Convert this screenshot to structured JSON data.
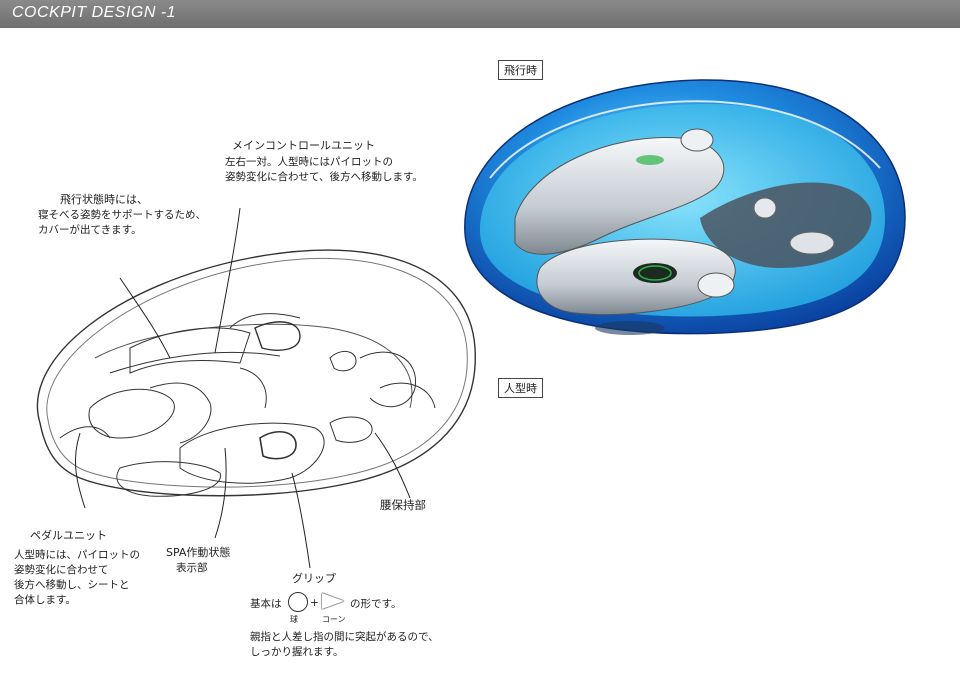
{
  "page": {
    "title": "COCKPIT DESIGN -1"
  },
  "views": {
    "flight_label": "飛行時",
    "humanoid_label": "人型時"
  },
  "notes": {
    "flight_mode": {
      "heading": "飛行状態時には、",
      "body": "寝そべる姿勢をサポートするため、\nカバーが出てきます。"
    },
    "main_control": {
      "heading": "メインコントロールユニット",
      "body": "左右一対。人型時にはパイロットの\n姿勢変化に合わせて、後方へ移動します。"
    },
    "pedal_unit": {
      "heading": "ペダルユニット",
      "body": "人型時には、パイロットの\n姿勢変化に合わせて\n後方へ移動し、シートと\n合体します。"
    },
    "spa_display": {
      "heading": "SPA作動状態",
      "body": "表示部"
    },
    "grip": {
      "heading": "グリップ",
      "base_prefix": "基本は",
      "sphere_label": "球",
      "cone_label": "コーン",
      "base_suffix": "の形です。",
      "body": "親指と人差し指の間に突起があるので、\nしっかり握れます。"
    },
    "waist_holder": {
      "heading": "腰保持部"
    }
  },
  "colors": {
    "title_bar": "#7a7a7a",
    "shell_blue": "#1c6fd6",
    "shell_light": "#5cc4f0",
    "interior_cyan": "#36c6e8",
    "console_silver": "#d9dde2",
    "glow_green": "#2db34a",
    "glow_red": "#c62a1d"
  }
}
